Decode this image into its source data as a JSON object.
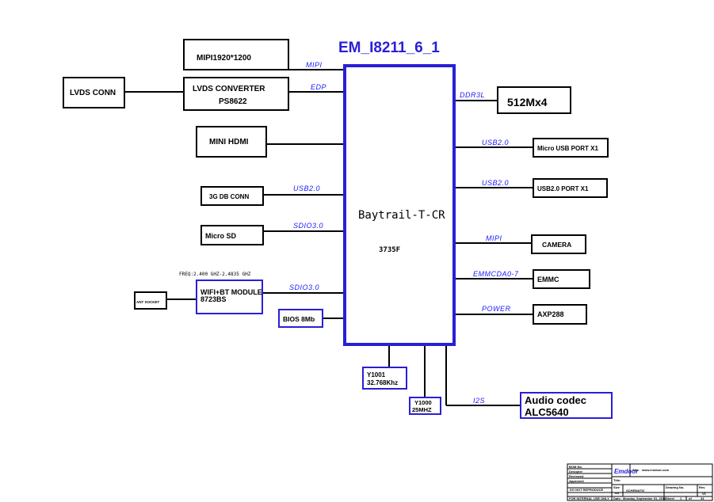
{
  "title": "EM_I8211_6_1",
  "cpu": {
    "name": "Baytrail-T-CR",
    "part": "3735F"
  },
  "blocks": {
    "mipi_panel": "MIPI1920*1200",
    "lvds_conn": "LVDS CONN",
    "lvds_converter": "LVDS CONVERTER",
    "lvds_converter_part": "PS8622",
    "mini_hdmi": "MINI HDMI",
    "db_3g": "3G DB CONN",
    "micro_sd": "Micro SD",
    "wifi_bt": "WIFI+BT MODULE",
    "wifi_bt_part": "8723BS",
    "ant_socket": "ANT SOCKET",
    "bios": "BIOS 8Mb",
    "ram": "512Mx4",
    "micro_usb": "Micro USB PORT X1",
    "usb_port": "USB2.0 PORT X1",
    "camera": "CAMERA",
    "emmc": "EMMC",
    "pmic": "AXP288",
    "audio_codec": "Audio codec",
    "audio_codec_part": "ALC5640",
    "y1001": "Y1001",
    "y1001_freq": "32.768Khz",
    "y1000": "Y1000",
    "y1000_freq": "25MHZ"
  },
  "signals": {
    "mipi_left": "MIPI",
    "edp": "EDP",
    "usb_3g": "USB2.0",
    "sdio_sd": "SDIO3.0",
    "sdio_wifi": "SDIO3.0",
    "ddr": "DDR3L",
    "usb_micro": "USB2.0",
    "usb_port": "USB2.0",
    "mipi_camera": "MIPI",
    "emmc": "EMMCDA0-7",
    "power": "POWER",
    "i2s": "I2S"
  },
  "wifi_freq": "FREQ:2.400 GHZ-2.4835 GHZ",
  "title_block": {
    "bom": "BOM No.",
    "designer": "Designer",
    "reviewed": "Reviewed",
    "approved": "Approved",
    "notice": "DO NOT REPRODUCE",
    "internal": "FOR INTERNAL USE ONLY",
    "site_label": "Site:",
    "site": "www.emdoor.com",
    "title_label": "Title:",
    "size_label": "Size",
    "size": "A3",
    "doc": "SCHEMATIC",
    "drawing_no": "Drawing No.",
    "rev_label": "Rev.",
    "rev": "V1",
    "date_label": "Date:",
    "date": "Monday, September 01, 2014",
    "sheet_label": "Sheet",
    "sheet": "1",
    "of_label": "of",
    "of": "34",
    "logo": "Emdoor"
  }
}
